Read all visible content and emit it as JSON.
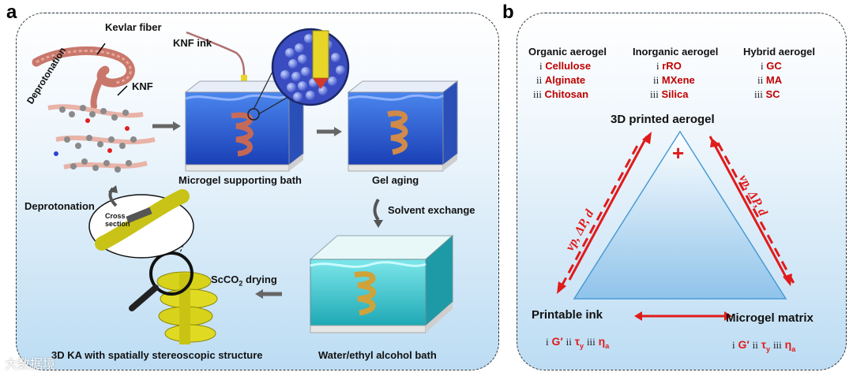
{
  "panel_a": {
    "label": "a",
    "kevlar_fiber": "Kevlar fiber",
    "deprotonation_diag": "Deprotonation",
    "knf": "KNF",
    "knf_ink": "KNF ink",
    "microgel_bath": "Microgel supporting bath",
    "gel_aging": "Gel aging",
    "deprotonation": "Deprotonation",
    "solvent_exchange": "Solvent exchange",
    "cross_section": "Cross section",
    "scco2_prefix": "ScCO",
    "scco2_sub": "2",
    "scco2_suffix": " drying",
    "ka_structure": "3D KA with spatially stereoscopic structure",
    "water_bath": "Water/ethyl alcohol bath"
  },
  "panel_b": {
    "label": "b",
    "organic": {
      "title": "Organic aerogel",
      "items": [
        {
          "n": "i",
          "t": "Cellulose"
        },
        {
          "n": "ii",
          "t": "Alginate"
        },
        {
          "n": "iii",
          "t": "Chitosan"
        }
      ]
    },
    "inorganic": {
      "title": "Inorganic aerogel",
      "items": [
        {
          "n": "i",
          "t": "rRO"
        },
        {
          "n": "ii",
          "t": "MXene"
        },
        {
          "n": "iii",
          "t": "Silica"
        }
      ]
    },
    "hybrid": {
      "title": "Hybrid aerogel",
      "items": [
        {
          "n": "i",
          "t": "GC"
        },
        {
          "n": "ii",
          "t": "MA"
        },
        {
          "n": "iii",
          "t": "SC"
        }
      ]
    },
    "apex": "3D printed aerogel",
    "plus": "+",
    "side_left": "νp, ΔP, d",
    "side_right": "νp, ΔP, d",
    "printable_ink": "Printable ink",
    "microgel_matrix": "Microgel matrix",
    "ink_props": {
      "n1": "i",
      "p1": "G′",
      "n2": "ii",
      "p2": "τ",
      "s2": "y",
      "n3": "iii",
      "p3": "η",
      "s3": "a"
    },
    "matrix_props": {
      "n1": "i",
      "p1": "G′",
      "n2": "ii",
      "p2": "τ",
      "s2": "y",
      "n3": "iii",
      "p3": "η",
      "s3": "a"
    }
  },
  "watermark": "大数据境",
  "colors": {
    "accent_red": "#c00000",
    "water_blue": "#2f66d6",
    "teal": "#3fc7cf",
    "yellow": "#d8d31a"
  }
}
